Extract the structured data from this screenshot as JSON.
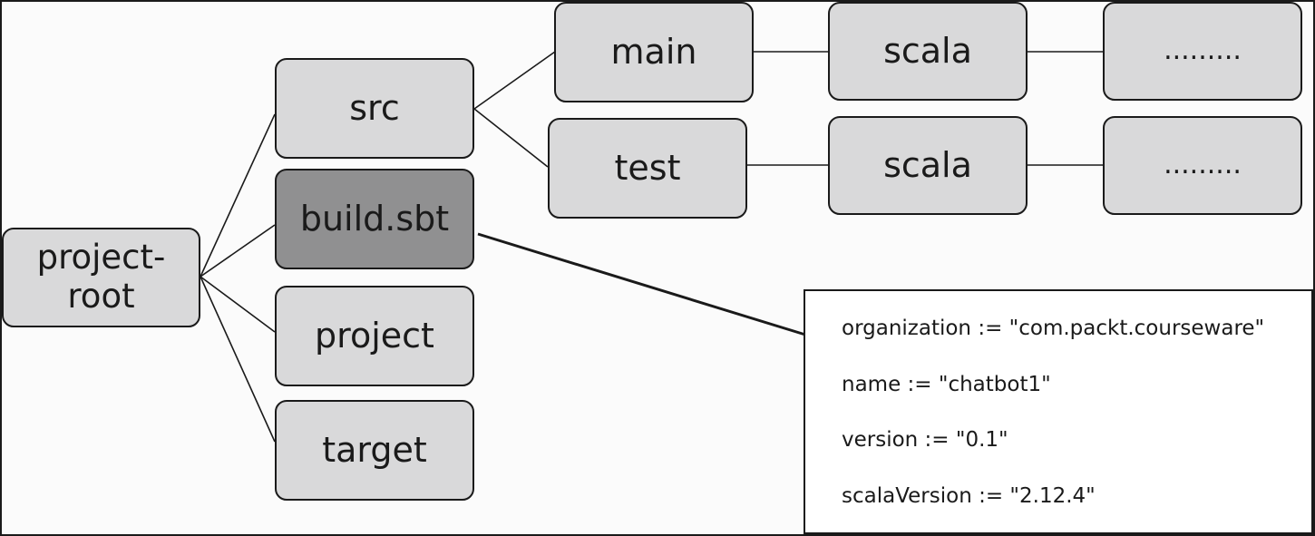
{
  "nodes": {
    "root": "project-\nroot",
    "src": "src",
    "build": "build.sbt",
    "project": "project",
    "target": "target",
    "main": "main",
    "test": "test",
    "main_scala": "scala",
    "test_scala": "scala",
    "main_more": ".........",
    "test_more": "........."
  },
  "build_sbt": {
    "organization": "organization := \"com.packt.courseware\"",
    "name": "name := \"chatbot1\"",
    "version": "version := \"0.1\"",
    "scala_version": "scalaVersion := \"2.12.4\""
  },
  "colors": {
    "node_fill": "#d9d9da",
    "highlight_fill": "#909091",
    "stroke": "#1a1a1a"
  }
}
